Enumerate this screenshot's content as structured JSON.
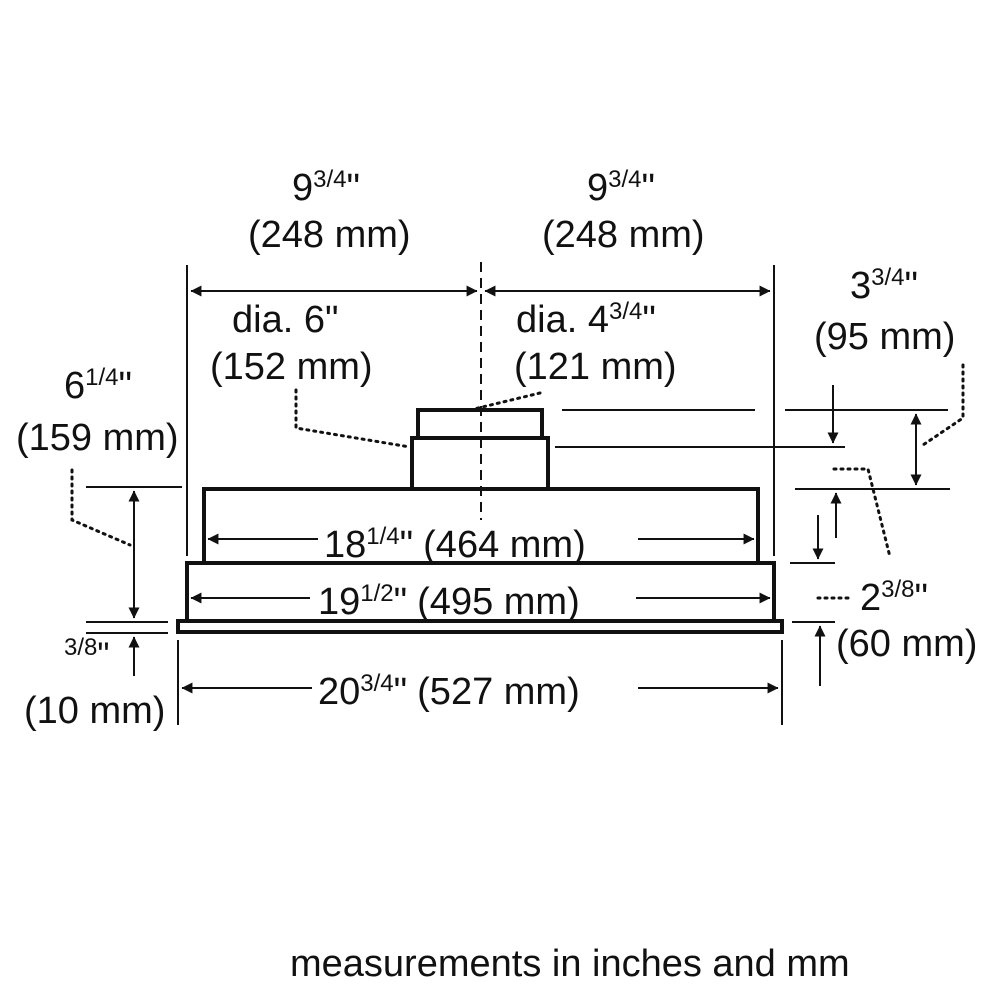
{
  "dimensions": {
    "left_half": {
      "whole": "9",
      "frac": "3/4",
      "mark": "\"",
      "mm": "(248 mm)"
    },
    "right_half": {
      "whole": "9",
      "frac": "3/4",
      "mark": "\"",
      "mm": "(248 mm)"
    },
    "duct_large": {
      "prefix": "dia. 6\"",
      "mm": "(152 mm)"
    },
    "duct_small": {
      "prefix": "dia. 4",
      "frac": "3/4",
      "mark": "\"",
      "mm": "(121 mm)"
    },
    "total_height": {
      "whole": "6",
      "frac": "1/4",
      "mark": "\"",
      "mm": "(159 mm)"
    },
    "collar_height": {
      "whole": "3",
      "frac": "3/4",
      "mark": "\"",
      "mm": "(95 mm)"
    },
    "body_height": {
      "whole": "2",
      "frac": "3/8",
      "mark": "\"",
      "mm": "(60 mm)"
    },
    "flange_thickness": {
      "frac": "3/8",
      "mark": "\"",
      "mm": "(10 mm)"
    },
    "upper_width": {
      "whole": "18",
      "frac": "1/4",
      "mark": "\"",
      "mm": "(464 mm)"
    },
    "lower_width": {
      "whole": "19",
      "frac": "1/2",
      "mark": "\"",
      "mm": "(495 mm)"
    },
    "overall_width": {
      "whole": "20",
      "frac": "3/4",
      "mark": "\"",
      "mm": "(527 mm)"
    }
  },
  "footer": {
    "note": "measurements in inches and mm"
  }
}
